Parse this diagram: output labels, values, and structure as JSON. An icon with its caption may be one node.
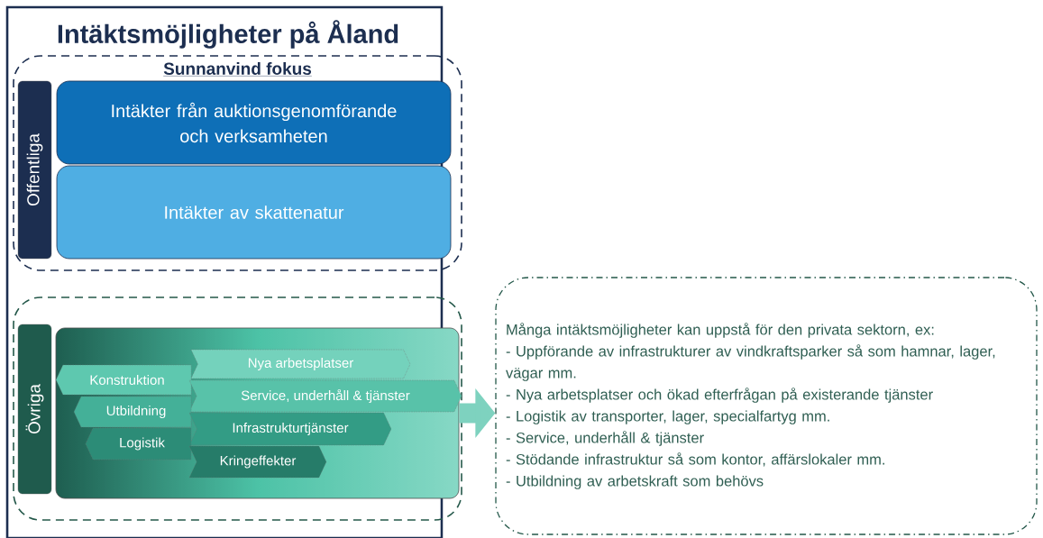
{
  "diagram": {
    "nodes": [
      {
        "text": [
          "Intäktsmöjligheter på Åland"
        ]
      },
      {
        "text": [
          "Sunnanvind fokus"
        ],
        "in": 0
      },
      {
        "text": [
          "Offentliga"
        ],
        "in": 1
      },
      {
        "text": [
          "Intäkter från auktionsgenomförande och verksamheten"
        ],
        "in": 1
      },
      {
        "text": [
          "Intäkter av skattenatur"
        ],
        "in": 1
      },
      {
        "text": [],
        "shape": "box",
        "in": 0
      },
      {
        "text": [
          "Övriga"
        ],
        "in": 5
      },
      {
        "text": [],
        "shape": "box",
        "in": 5
      },
      {
        "text": [
          "Nya arbetsplatser"
        ],
        "in": 7
      },
      {
        "text": [
          "Konstruktion"
        ],
        "in": 7
      },
      {
        "text": [
          "Service, underhåll & tjänster"
        ],
        "in": 7
      },
      {
        "text": [
          "Utbildning"
        ],
        "in": 7
      },
      {
        "text": [
          "Infrastrukturtjänster"
        ],
        "in": 7
      },
      {
        "text": [
          "Logistik"
        ],
        "in": 7
      },
      {
        "text": [
          "Kringeffekter"
        ],
        "in": 7
      },
      {
        "text": [
          "Många intäktsmöjligheter kan uppstå för den privata sektorn, ex:",
          "- Uppförande av infrastrukturer av vindkraftsparker så som hamnar, lager, vägar mm.",
          "- Nya arbetsplatser och ökad efterfrågan på existerande tjänster",
          "- Logistik av transporter, lager, specialfartyg mm.",
          "- Service, underhåll & tjänster",
          "- Stödande infrastruktur så som kontor, affärslokaler mm.",
          "- Utbildning av arbetskraft som behövs"
        ]
      }
    ],
    "edges": [
      {
        "from": 7,
        "to": 15,
        "arrow": "to"
      }
    ]
  }
}
